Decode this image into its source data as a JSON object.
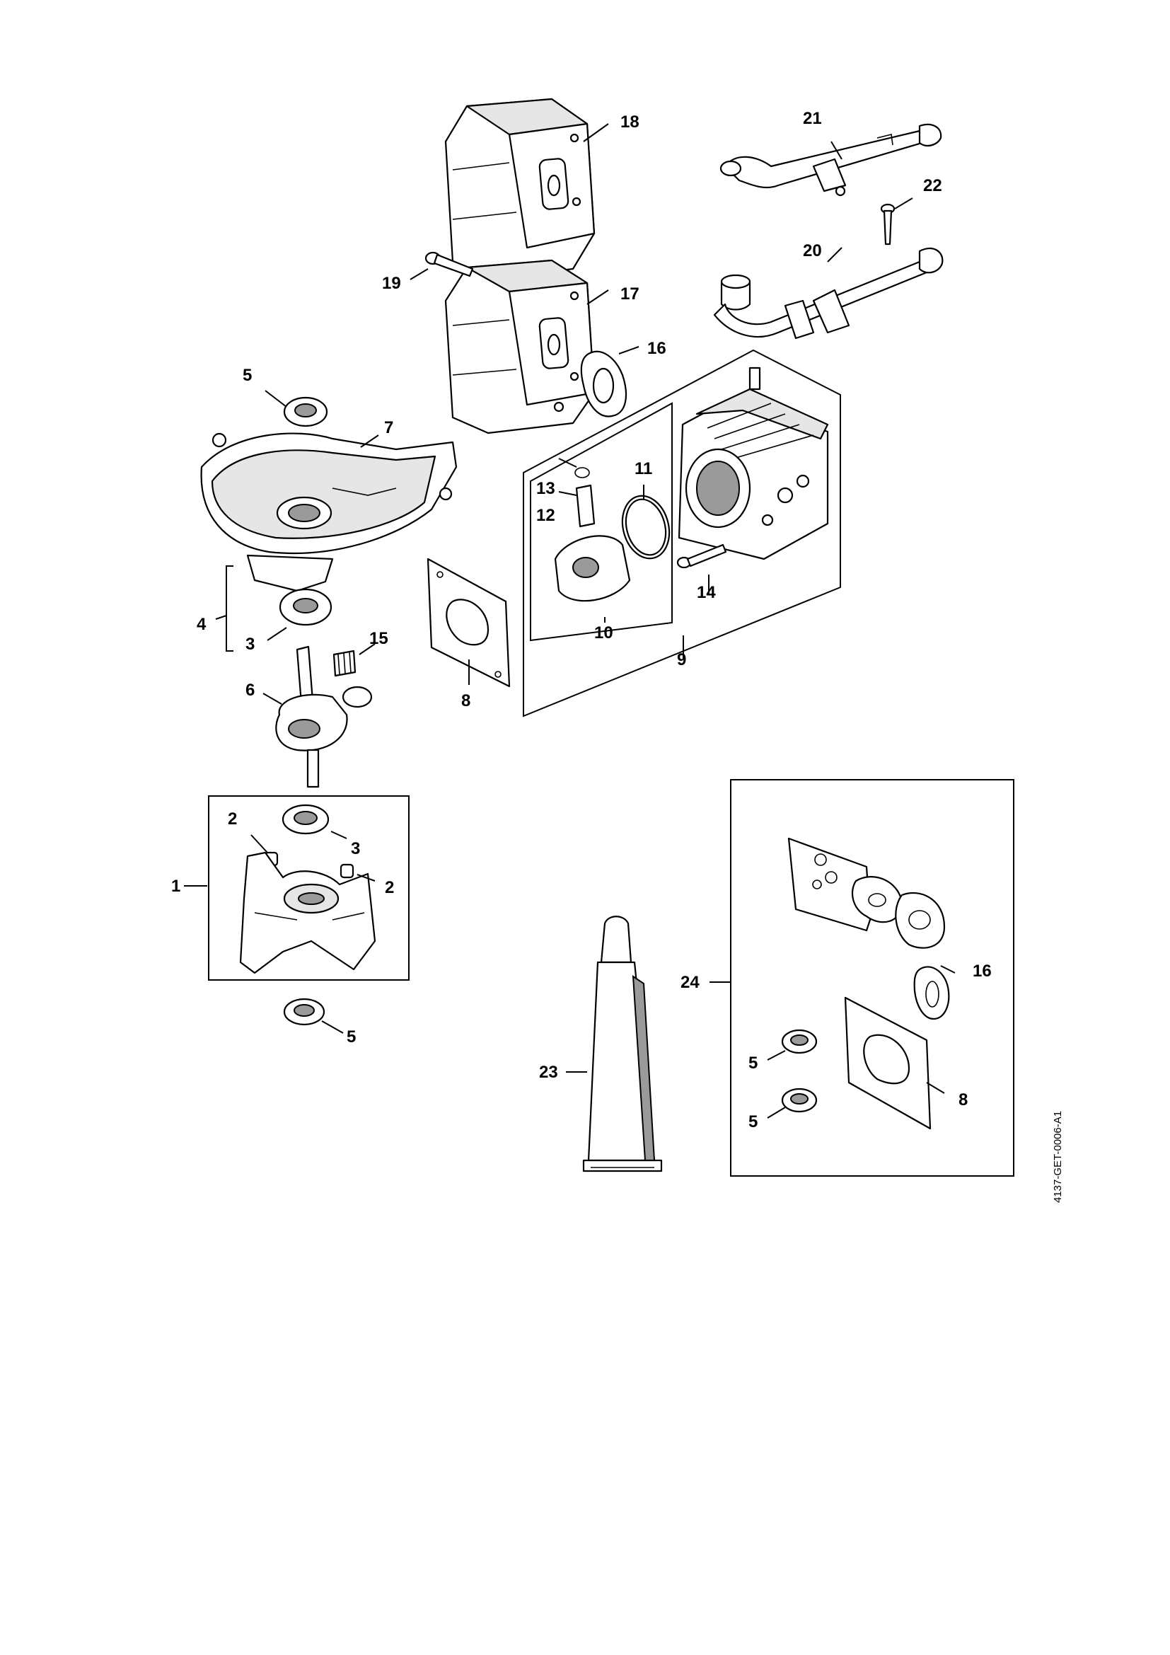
{
  "document_id": "4137-GET-0006-A1",
  "callouts": {
    "c1": "1",
    "c2a": "2",
    "c2b": "2",
    "c3a": "3",
    "c3b": "3",
    "c4": "4",
    "c5a": "5",
    "c5b": "5",
    "c5c": "5",
    "c5d": "5",
    "c6": "6",
    "c7": "7",
    "c8a": "8",
    "c8b": "8",
    "c9": "9",
    "c10": "10",
    "c11": "11",
    "c12": "12",
    "c13": "13",
    "c14": "14",
    "c15": "15",
    "c16a": "16",
    "c16b": "16",
    "c17": "17",
    "c18": "18",
    "c19": "19",
    "c20": "20",
    "c21": "21",
    "c22": "22",
    "c23": "23",
    "c24": "24"
  }
}
